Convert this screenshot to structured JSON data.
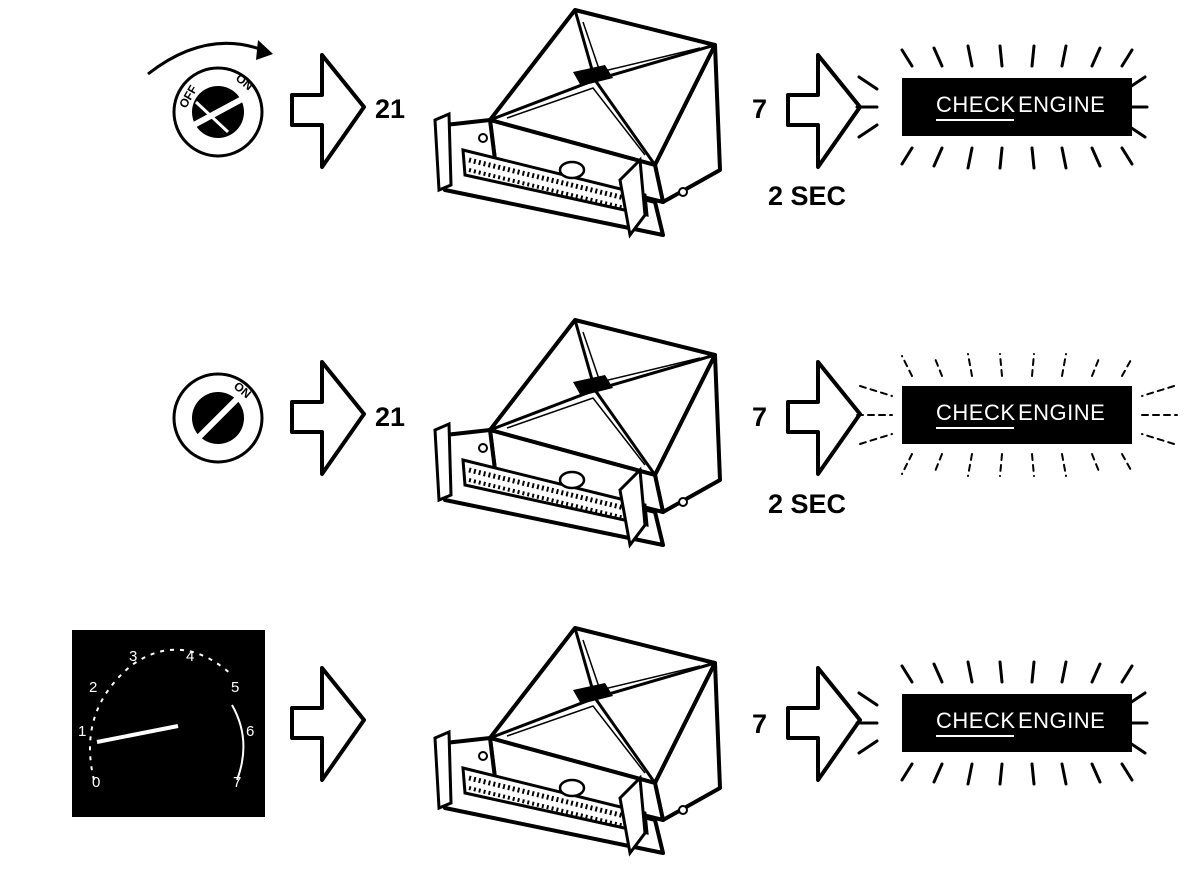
{
  "rows": [
    {
      "input": "ignition-off-to-on",
      "key_labels": [
        "OFF",
        "ON"
      ],
      "terminal_in": "21",
      "terminal_out": "7",
      "duration": "2 SEC",
      "lamp": {
        "word1": "CHECK",
        "word2": "ENGINE",
        "state": "flashing"
      }
    },
    {
      "input": "ignition-on",
      "key_labels": [
        "ON"
      ],
      "terminal_in": "21",
      "terminal_out": "7",
      "duration": "2 SEC",
      "lamp": {
        "word1": "CHECK",
        "word2": "ENGINE",
        "state": "dim-flashing"
      }
    },
    {
      "input": "tachometer",
      "tach_numbers": [
        "0",
        "1",
        "2",
        "3",
        "4",
        "5",
        "6",
        "7"
      ],
      "terminal_out": "7",
      "lamp": {
        "word1": "CHECK",
        "word2": "ENGINE",
        "state": "flashing"
      }
    }
  ],
  "icons": [
    "ignition-key-icon",
    "tachometer-icon",
    "block-arrow-icon",
    "ecu-module-icon",
    "check-engine-lamp-icon"
  ],
  "colors": {
    "ink": "#000000",
    "paper": "#ffffff"
  }
}
